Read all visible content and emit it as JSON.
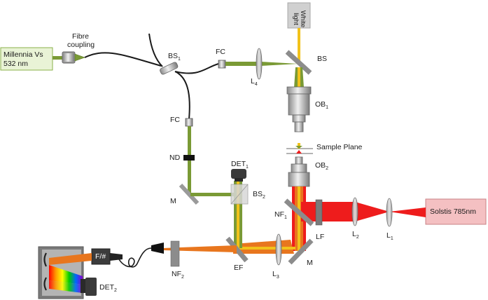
{
  "sources": {
    "pump_laser": "Millennia Vs",
    "pump_wavelength": "532 nm",
    "raman_laser": "Solstis 785nm",
    "white_light": "White light",
    "fibre_coupling": "Fibre coupling"
  },
  "labels": {
    "bs1": "BS",
    "bs1_sub": "1",
    "fc_top": "FC",
    "fc_left": "FC",
    "l4": "L",
    "l4_sub": "4",
    "bs": "BS",
    "ob1": "OB",
    "ob1_sub": "1",
    "sample_plane": "Sample Plane",
    "ob2": "OB",
    "ob2_sub": "2",
    "nd": "ND",
    "det1": "DET",
    "det1_sub": "1",
    "bs2": "BS",
    "bs2_sub": "2",
    "m_left": "M",
    "nf1": "NF",
    "nf1_sub": "1",
    "lf": "LF",
    "l2": "L",
    "l2_sub": "2",
    "l1": "L",
    "l1_sub": "1",
    "f_number": "F/#",
    "nf2": "NF",
    "nf2_sub": "2",
    "ef": "EF",
    "l3": "L",
    "l3_sub": "3",
    "m_right": "M",
    "det2": "DET",
    "det2_sub": "2"
  },
  "colors": {
    "green_beam": "#7a9a35",
    "red_beam": "#ee1c1c",
    "orange_beam": "#e8761e",
    "yellow_beam": "#f2c21a",
    "pump_box_fill": "#e9f3d6",
    "pump_box_stroke": "#8ab04a",
    "raman_box_fill": "#f4c0c2",
    "raman_box_stroke": "#c98286",
    "white_box_fill": "#d0d0d0",
    "optic_gray": "#8c8c8c",
    "dark_gray": "#555555"
  }
}
